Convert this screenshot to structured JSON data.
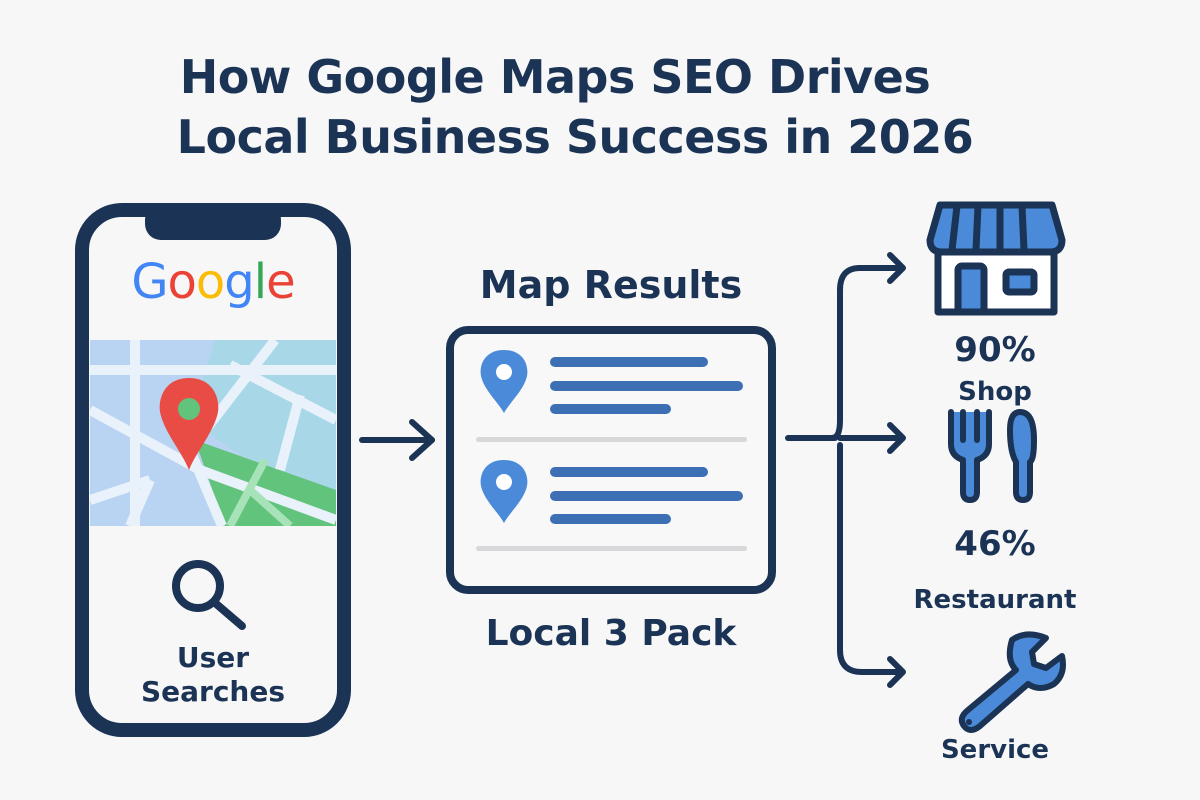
{
  "title": {
    "line1": "How Google Maps SEO Drives",
    "line2": "Local Business Success in 2026"
  },
  "phone": {
    "brand": "Google",
    "brand_colors": [
      "#4285F4",
      "#EA4335",
      "#FBBC05",
      "#4285F4",
      "#34A853",
      "#EA4335"
    ],
    "search_icon": "magnifier-icon",
    "label_line1": "User",
    "label_line2": "Searches"
  },
  "results": {
    "heading": "Map Results",
    "caption": "Local 3 Pack",
    "listing_count": 2
  },
  "outcomes": [
    {
      "icon": "storefront-icon",
      "stat": "90%",
      "label": "Shop"
    },
    {
      "icon": "fork-knife-icon",
      "stat": "46%",
      "label": "Restaurant"
    },
    {
      "icon": "wrench-icon",
      "stat": "",
      "label": "Service"
    }
  ],
  "colors": {
    "navy": "#1b3354",
    "accent_blue": "#4a8ad8",
    "bar_blue": "#3d6fb5",
    "background": "#f7f7f8"
  }
}
